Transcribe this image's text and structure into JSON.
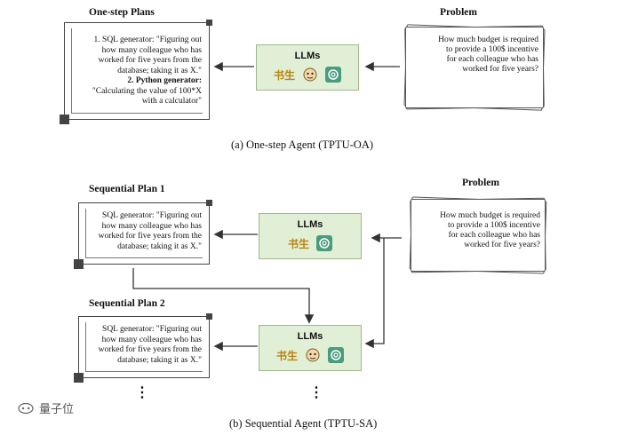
{
  "section_a": {
    "plans_title": "One-step Plans",
    "plan_text": [
      "1. SQL generator: \"Figuring out",
      "how many colleague who has",
      "worked for five years from the",
      "database; taking it as X.\"",
      "2. Python generator:",
      "\"Calculating the value of 100*X",
      "with a calculator\""
    ],
    "llm_label": "LLMs",
    "problem_title": "Problem",
    "problem_text": [
      "How much budget is required",
      "to provide a 100$ incentive",
      "for each colleague who has",
      "worked for five years?"
    ],
    "caption": "(a) One-step Agent (TPTU-OA)"
  },
  "section_b": {
    "plan1_title": "Sequential Plan 1",
    "plan2_title": "Sequential Plan 2",
    "plan_text": [
      "SQL generator: \"Figuring out",
      "how many colleague who has",
      "worked for five years from the",
      "database; taking it as X.\""
    ],
    "llm_label": "LLMs",
    "problem_title": "Problem",
    "problem_text": [
      "How much budget is required",
      "to provide a 100$ incentive",
      "for each colleague who has",
      "worked for five years?"
    ],
    "ellipsis": "⋮",
    "caption": "(b) Sequential Agent (TPTU-SA)"
  },
  "icons": {
    "wenxin": "文心一言",
    "wenxin_glyphs": "书生",
    "robot": "robot-icon",
    "gpt": "openai-icon"
  },
  "watermark": "量子位",
  "colors": {
    "llm_fill": "#e2efd7",
    "llm_border": "#9fb88a",
    "line": "#333333"
  }
}
